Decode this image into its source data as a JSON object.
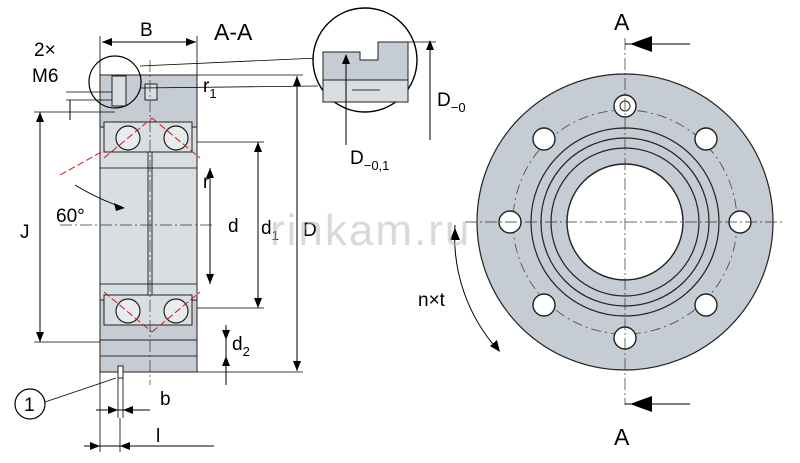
{
  "title": "A-A",
  "section_marks": {
    "top": "A",
    "bottom": "A"
  },
  "labels": {
    "B": "B",
    "screws_count": "2×",
    "screws_thread": "M6",
    "r1": "r",
    "r1_sub": "1",
    "r": "r",
    "J": "J",
    "angle": "60°",
    "d": "d",
    "d1": "d",
    "d1_sub": "1",
    "D": "D",
    "d2": "d",
    "d2_sub": "2",
    "b": "b",
    "l": "l",
    "callout": "1",
    "D_tol": "D",
    "D_tol_sub": "−0",
    "D_tol_fit": "D",
    "D_tol_fit_sub": "−0,1",
    "n_t": "n×t"
  },
  "watermark": "rinkam.ru",
  "colors": {
    "part_fill": "#c6ccd3",
    "part_light": "#d9dee3",
    "centerline": "#333333",
    "pressure_line": "#d01818",
    "watermark": "#b9b9b9"
  }
}
